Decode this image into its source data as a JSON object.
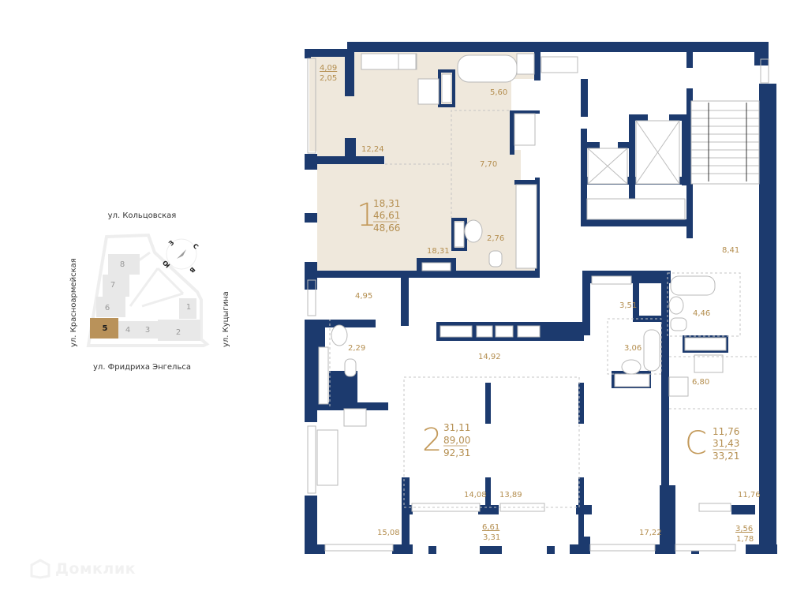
{
  "keyplan": {
    "streets": {
      "north": "ул. Кольцовская",
      "south": "ул. Фридриха Энгельса",
      "west": "ул. Красноармейская",
      "east": "ул. Куцыгина"
    },
    "compass": {
      "n": "С",
      "s": "Ю",
      "e": "В",
      "w": "З"
    },
    "buildings": [
      {
        "label": "8",
        "active": false
      },
      {
        "label": "7",
        "active": false
      },
      {
        "label": "6",
        "active": false
      },
      {
        "label": "5",
        "active": true
      },
      {
        "label": "4",
        "active": false
      },
      {
        "label": "3",
        "active": false
      },
      {
        "label": "2",
        "active": false
      },
      {
        "label": "1",
        "active": false
      }
    ],
    "active_color": "#b9925a",
    "inactive_color": "#e8e8e8"
  },
  "colors": {
    "wall": "#1c3a6e",
    "accent": "#b48e4f",
    "highlight_fill": "#efe8dc"
  },
  "apartments": [
    {
      "id": "1",
      "label": "1",
      "living": "18,31",
      "total": "46,61",
      "total_with_balcony": "48,66",
      "highlighted": true,
      "rooms": [
        {
          "name": "balcony",
          "area": "4,09",
          "area2": "2,05"
        },
        {
          "name": "kitchen",
          "area": "12,24"
        },
        {
          "name": "bathroom",
          "area": "5,60"
        },
        {
          "name": "hallway",
          "area": "7,70"
        },
        {
          "name": "living-room",
          "area": "18,31"
        },
        {
          "name": "toilet",
          "area": "2,76"
        }
      ]
    },
    {
      "id": "2",
      "label": "2",
      "living": "31,11",
      "total": "89,00",
      "total_with_balcony": "92,31",
      "highlighted": false,
      "rooms": [
        {
          "name": "storage",
          "area": "4,95"
        },
        {
          "name": "toilet",
          "area": "2,29"
        },
        {
          "name": "hallway",
          "area": "14,92"
        },
        {
          "name": "kitchen-living",
          "area": "15,08"
        },
        {
          "name": "bedroom-1",
          "area": "14,08"
        },
        {
          "name": "bedroom-2",
          "area": "13,89"
        },
        {
          "name": "balcony",
          "area": "6,61",
          "area2": "3,31"
        },
        {
          "name": "bedroom-3",
          "area": "17,22"
        },
        {
          "name": "hall",
          "area": "3,51"
        },
        {
          "name": "bathroom",
          "area": "3,06"
        }
      ]
    },
    {
      "id": "C",
      "label": "С",
      "living": "11,76",
      "total": "31,43",
      "total_with_balcony": "33,21",
      "highlighted": false,
      "rooms": [
        {
          "name": "hallway",
          "area": "8,41"
        },
        {
          "name": "bathroom",
          "area": "4,46"
        },
        {
          "name": "kitchen",
          "area": "6,80"
        },
        {
          "name": "room",
          "area": "11,76"
        },
        {
          "name": "balcony",
          "area": "3,56",
          "area2": "1,78"
        }
      ]
    }
  ],
  "logo": {
    "text": "Домклик",
    "icon": "house-logo-icon"
  }
}
